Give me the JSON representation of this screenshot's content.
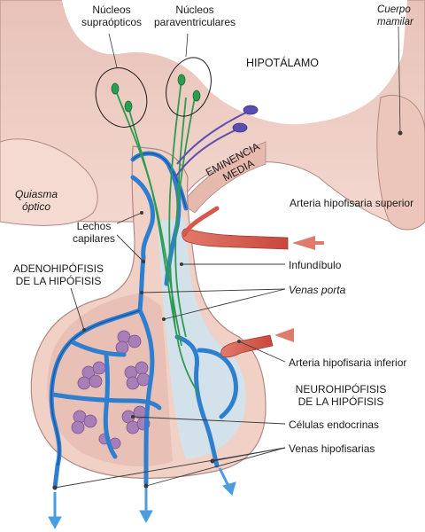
{
  "labels": {
    "supraopticos": [
      "Núcleos",
      "supraópticos"
    ],
    "paraventriculares": [
      "Núcleos",
      "paraventriculares"
    ],
    "hipotalamo": "HIPOTÁLAMO",
    "cuerpo_mamilar": [
      "Cuerpo",
      "mamilar"
    ],
    "quiasma": [
      "Quiasma",
      "óptico"
    ],
    "eminencia": [
      "EMINENCIA",
      "MEDIA"
    ],
    "lechos": [
      "Lechos",
      "capilares"
    ],
    "adenohipofisis": [
      "ADENOHIPÓFISIS",
      "DE LA HIPÓFISIS"
    ],
    "arteria_superior": "Arteria hipofisaria superior",
    "infundibulo": "Infundíbulo",
    "venas_porta": "Venas porta",
    "arteria_inferior": "Arteria hipofisaria inferior",
    "neurohipofisis": [
      "NEUROHIPÓFISIS",
      "DE LA HIPÓFISIS"
    ],
    "celulas": "Células endocrinas",
    "venas_hipofisarias": "Venas hipofisarias"
  },
  "colors": {
    "tissue_fill": "#f2d5cc",
    "tissue_stroke": "#b08a82",
    "adeno_fill": "#efc9bf",
    "neuro_fill": "#c4dcea",
    "vessel_blue": "#2f7fd1",
    "vessel_dark": "#1d4f9e",
    "artery_red": "#d7574a",
    "neuron_green": "#2e9b52",
    "neuron_purple": "#5a4fb0",
    "cell_purple": "#a77fb6",
    "arrow_blue": "#4a9ee0",
    "arrow_red": "#e07a6a",
    "leader": "#3a3a3a"
  }
}
